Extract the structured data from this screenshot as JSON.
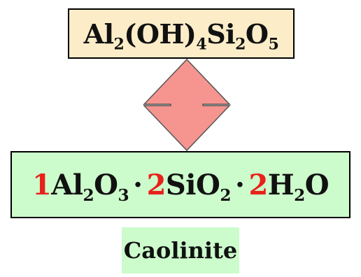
{
  "top_formula": {
    "parts": [
      "Al",
      "2",
      "(OH)",
      "4",
      "Si",
      "2",
      "O",
      "5"
    ]
  },
  "oxide_formula": {
    "coef1": "1",
    "al": "Al",
    "al_sub": "2",
    "o": "O",
    "o_sub": "3",
    "dot1": "·",
    "coef2": "2",
    "si": "SiO",
    "si_sub": "2",
    "dot2": "·",
    "coef3": "2",
    "h": "H",
    "h_sub": "2",
    "o2": "O"
  },
  "mineral_name": "Caolinite",
  "colors": {
    "top_box": "#fcedc8",
    "oxide_box": "#ccfbcc",
    "arrow_fill": "#f6958f",
    "coefficient": "#e8211b"
  },
  "icons": {
    "arrow": "double-vertical-arrow-icon"
  }
}
